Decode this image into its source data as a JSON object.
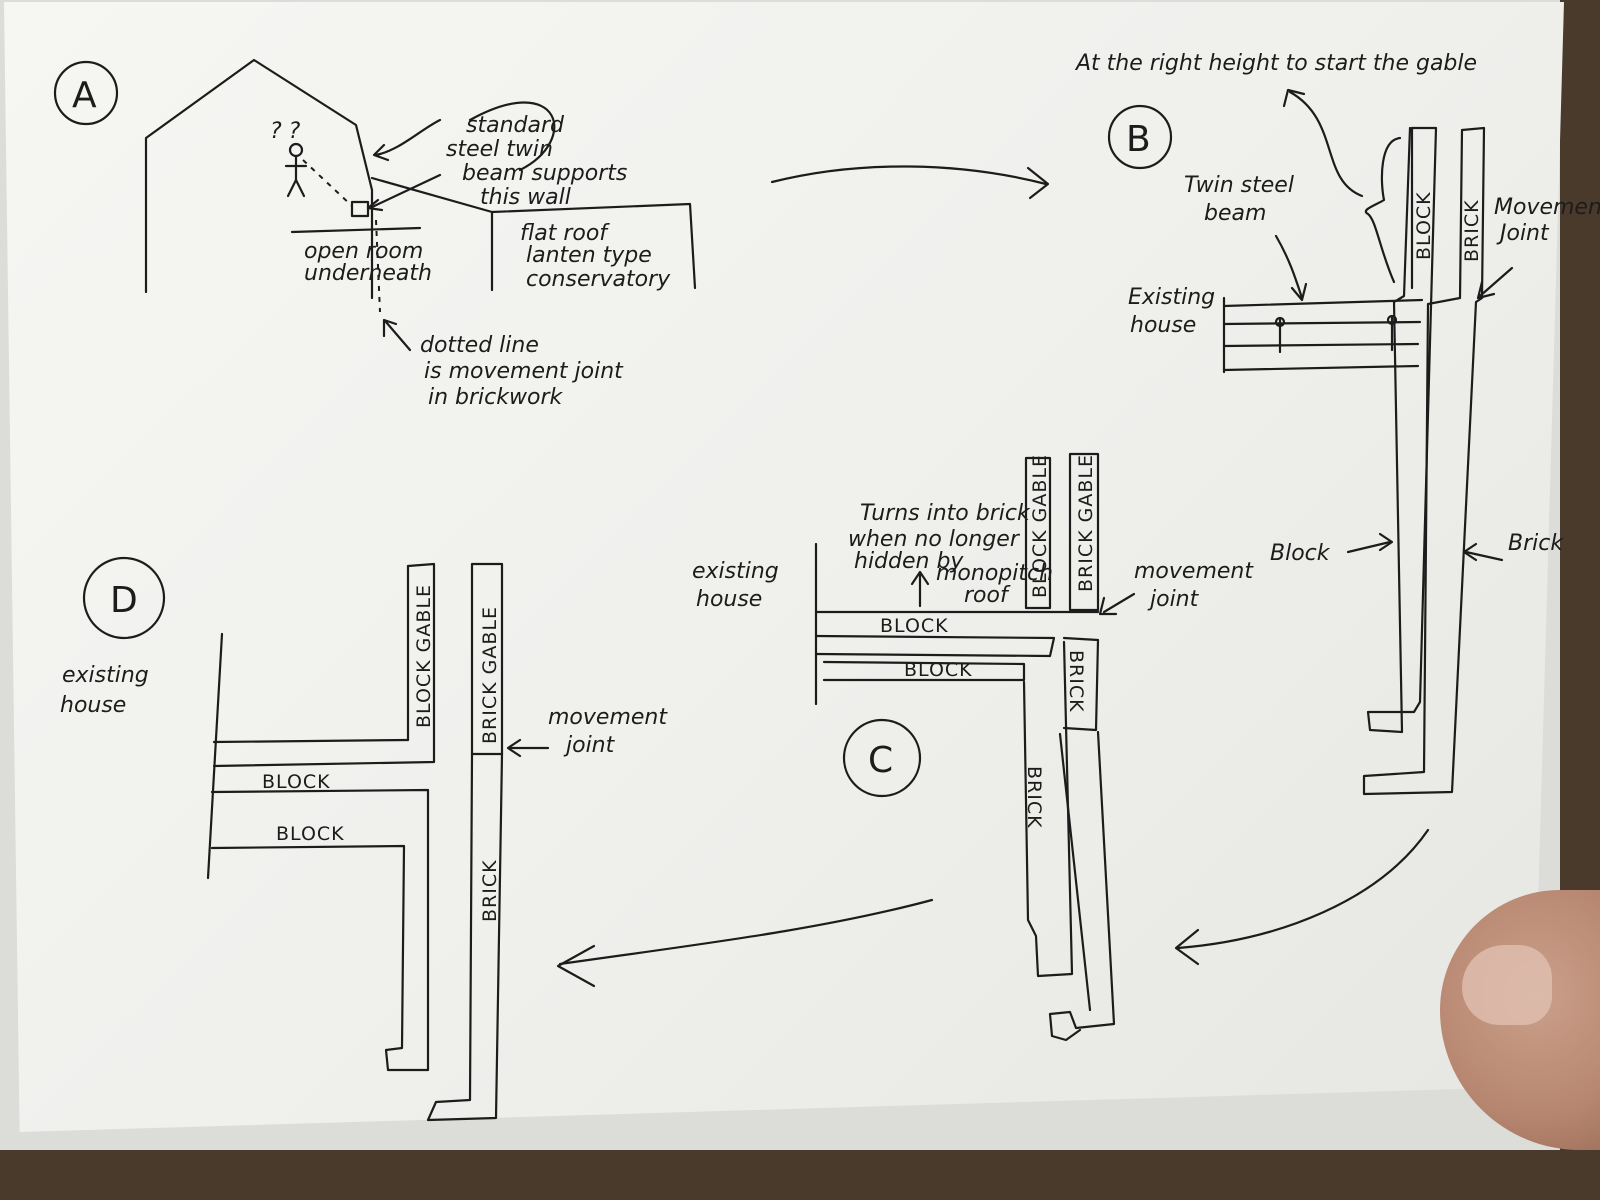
{
  "labels": {
    "a": "A",
    "b": "B",
    "c": "C",
    "d": "D"
  },
  "sketch_a": {
    "beam_note": [
      "standard",
      "steel twin",
      "beam supports",
      "this wall"
    ],
    "open_room": [
      "open room",
      "underneath"
    ],
    "conservatory": [
      "flat roof",
      "lanten type",
      "conservatory"
    ],
    "dotted_line": [
      "dotted line",
      "is movement joint",
      "in brickwork"
    ],
    "question": "? ?"
  },
  "sketch_b": {
    "gable_note": "At the right height to start the gable",
    "twin_steel_beam": [
      "Twin steel",
      "beam"
    ],
    "existing_house": [
      "Existing",
      "house"
    ],
    "movement_joint": [
      "Movement",
      "Joint"
    ],
    "block_vertical": "BLOCK",
    "brick_vertical": "BRICK",
    "block_label": "Block",
    "brick_label": "Brick"
  },
  "sketch_c": {
    "turns_into_brick": [
      "Turns into brick",
      "when no longer",
      "hidden by",
      "monopitch",
      "roof"
    ],
    "existing_house": [
      "existing",
      "house"
    ],
    "movement_joint": [
      "movement",
      "joint"
    ],
    "block_gable": "BLOCK GABLE",
    "brick_gable": "BRICK GABLE",
    "block_top": "BLOCK",
    "block_bottom": "BLOCK",
    "brick_short": "BRICK",
    "brick_long": "BRICK"
  },
  "sketch_d": {
    "existing_house": [
      "existing",
      "house"
    ],
    "movement_joint": [
      "movement",
      "joint"
    ],
    "block_gable": "BLOCK GABLE",
    "brick_gable": "BRICK GABLE",
    "block_top": "BLOCK",
    "block_bottom": "BLOCK",
    "brick": "BRICK"
  }
}
